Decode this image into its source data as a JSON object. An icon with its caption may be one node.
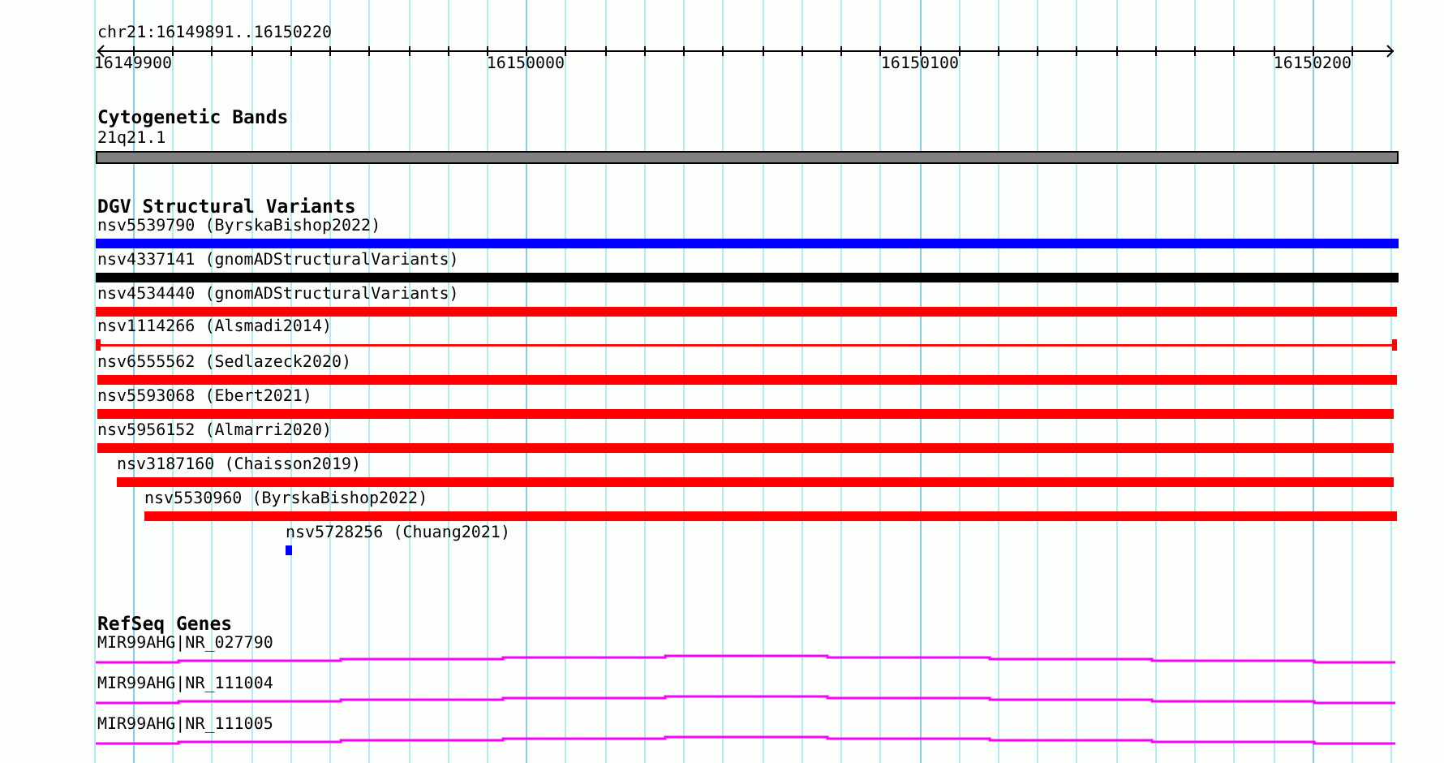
{
  "diagram": {
    "nodes": [
      {
        "text": [
          "21q21.1"
        ]
      },
      {
        "text": [
          "nsv5539790 (ByrskaBishop2022)"
        ]
      },
      {
        "text": [
          "nsv4337141 (gnomADStructuralVariants)"
        ]
      },
      {
        "text": [
          "nsv4534440 (gnomADStructuralVariants)"
        ]
      },
      {
        "text": [
          "nsv1114266 (Alsmadi2014)"
        ]
      },
      {
        "text": [
          "nsv6555562 (Sedlazeck2020)"
        ]
      },
      {
        "text": [
          "nsv5593068 (Ebert2021)"
        ]
      },
      {
        "text": [
          "nsv5956152 (Almarri2020)"
        ]
      },
      {
        "text": [
          "nsv3187160 (Chaisson2019)"
        ]
      },
      {
        "text": [
          "nsv5530960 (ByrskaBishop2022)"
        ]
      },
      {
        "text": [
          "nsv5728256 (Chuang2021)"
        ]
      },
      {
        "text": [
          "MIR99AHG|NR_027790"
        ]
      },
      {
        "text": [
          "MIR99AHG|NR_111004"
        ]
      },
      {
        "text": [
          "MIR99AHG|NR_111005"
        ]
      }
    ],
    "labels": [
      "chr21:16149891..16150220",
      "16149900",
      "16150000",
      "16150100",
      "16150200",
      "Cytogenetic Bands",
      "DGV Structural Variants",
      "RefSeq Genes"
    ]
  }
}
